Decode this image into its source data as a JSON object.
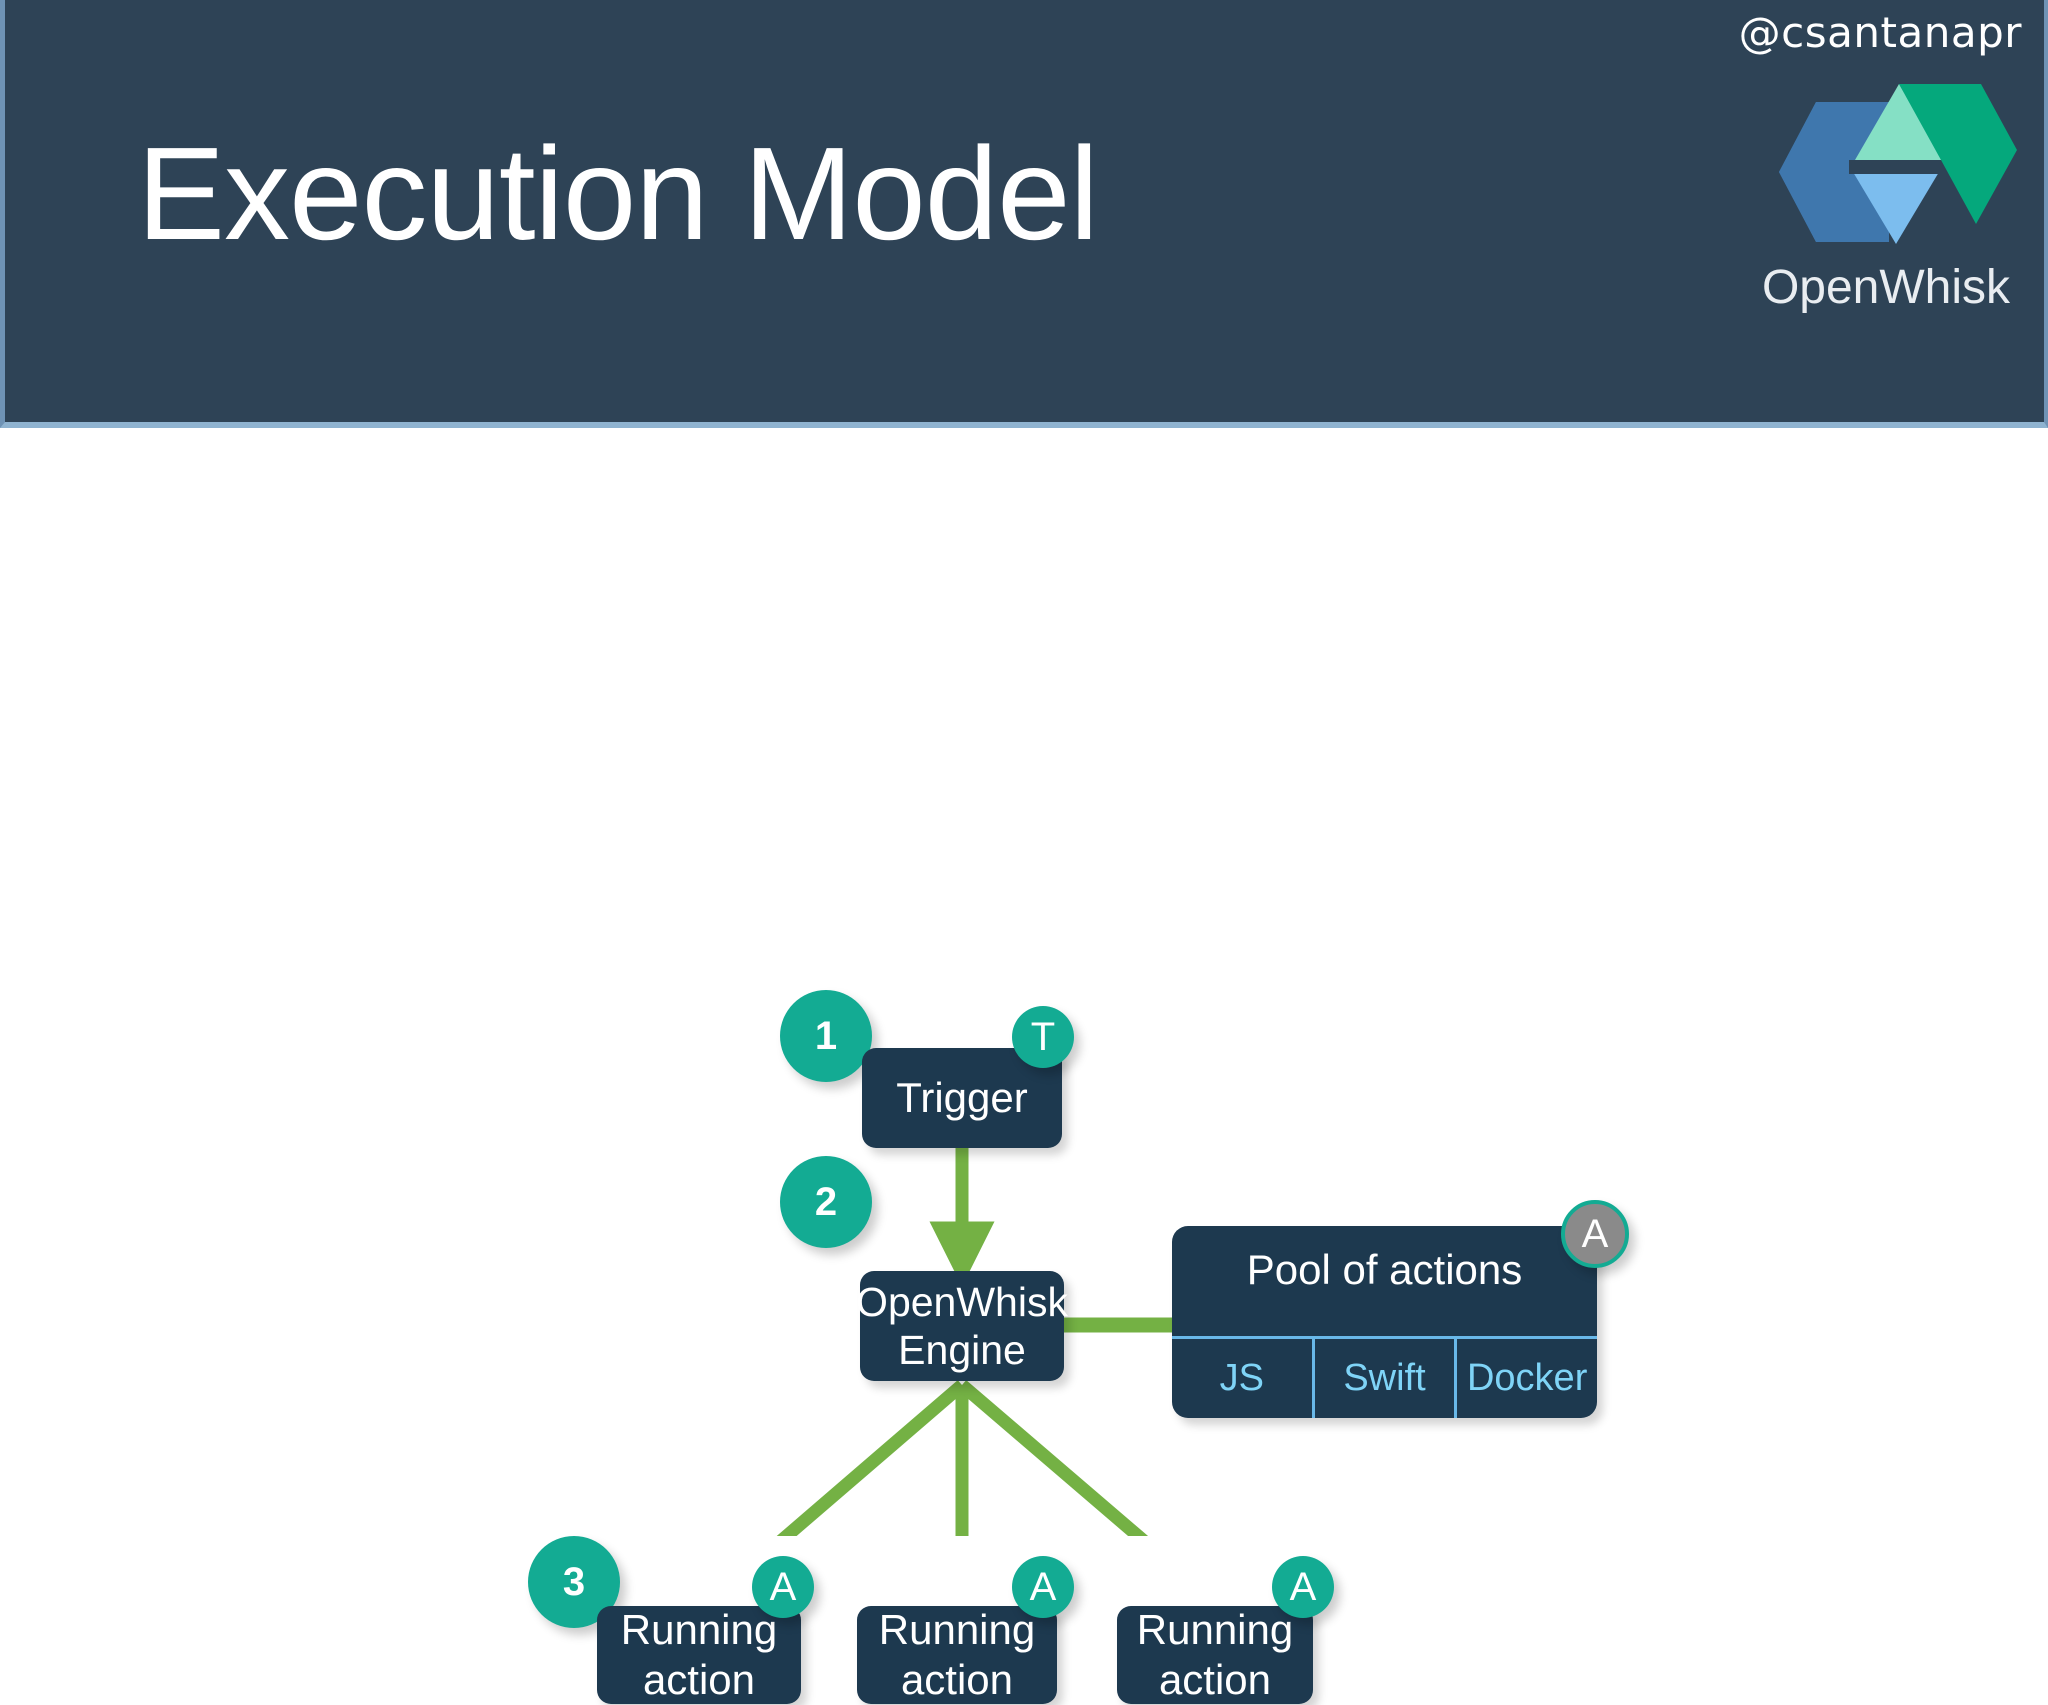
{
  "header": {
    "handle": "@csantanapr",
    "title": "Execution Model",
    "logo_text": "OpenWhisk",
    "logo_name": "openwhisk-logo",
    "bg_color": "#2e4356"
  },
  "colors": {
    "node_bg": "#1d394f",
    "badge_teal": "#13ab93",
    "badge_grey": "#8a8a8a",
    "arrow_green": "#76b councils",
    "arrow": "#74b144",
    "runtime_text": "#7fd4f7",
    "divider": "#69b8e8"
  },
  "diagram": {
    "nodes": {
      "trigger": {
        "label": "Trigger"
      },
      "engine": {
        "label": "OpenWhisk\nEngine",
        "line1": "OpenWhisk",
        "line2": "Engine"
      },
      "pool": {
        "title": "Pool of actions",
        "runtimes": [
          {
            "label": "JS"
          },
          {
            "label": "Swift"
          },
          {
            "label": "Docker"
          }
        ]
      },
      "actions": [
        {
          "line1": "Running",
          "line2": "action"
        },
        {
          "line1": "Running",
          "line2": "action"
        },
        {
          "line1": "Running",
          "line2": "action"
        }
      ]
    },
    "badges": {
      "step_1": "1",
      "step_2": "2",
      "step_3": "3",
      "trigger_kind": "T",
      "pool_kind": "A",
      "action_kind_1": "A",
      "action_kind_2": "A",
      "action_kind_3": "A"
    },
    "edges": [
      {
        "name": "trigger-to-engine",
        "type": "arrow-down"
      },
      {
        "name": "engine-to-pool",
        "type": "line-right"
      },
      {
        "name": "engine-to-action-1",
        "type": "arrow-diagonal-left"
      },
      {
        "name": "engine-to-action-2",
        "type": "arrow-down"
      },
      {
        "name": "engine-to-action-3",
        "type": "arrow-diagonal-right"
      }
    ]
  }
}
